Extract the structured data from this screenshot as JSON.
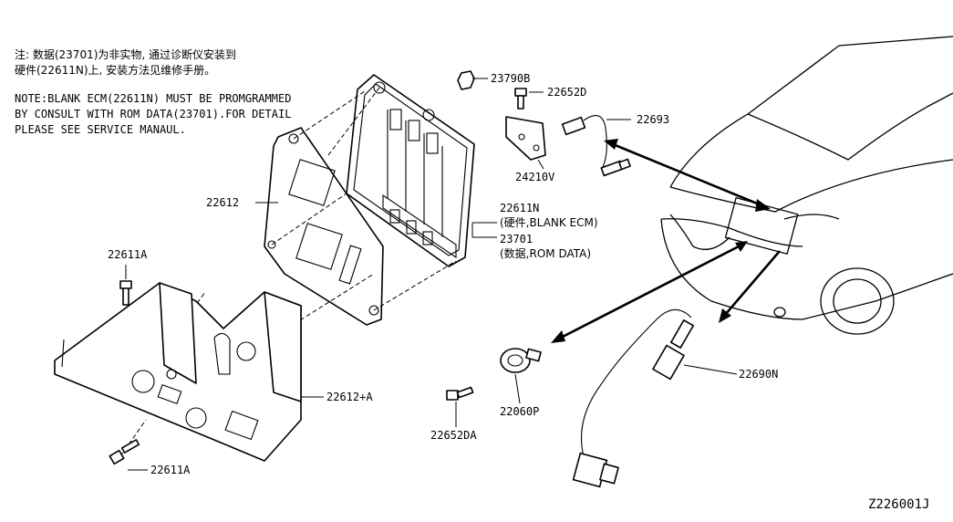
{
  "note": {
    "cn_line1": "注: 数据(23701)为非实物, 通过诊断仪安装到",
    "cn_line2": "硬件(22611N)上, 安装方法见维修手册。",
    "en_line1": "NOTE:BLANK ECM(22611N) MUST BE PROMGRAMMED",
    "en_line2": "BY CONSULT WITH ROM DATA(23701).FOR DETAIL",
    "en_line3": "PLEASE SEE SERVICE MANAUL."
  },
  "parts": {
    "p23790b": "23790B",
    "p22652d": "22652D",
    "p22693": "22693",
    "p24210v": "24210V",
    "p22612": "22612",
    "p22611n": "22611N",
    "p22611n_desc": "(硬件,BLANK ECM)",
    "p23701": "23701",
    "p23701_desc": "(数据,ROM DATA)",
    "p22611a_top": "22611A",
    "p22612a": "22612+A",
    "p22611a_bottom": "22611A",
    "p22690n": "22690N",
    "p22652da": "22652DA",
    "p22060p": "22060P"
  },
  "footer": {
    "diagram_id": "Z226001J"
  },
  "icons": [
    "ecm-module-icon",
    "bracket-icon",
    "tray-icon",
    "bolt-icon",
    "nut-icon",
    "oxygen-sensor-icon",
    "knock-sensor-icon",
    "vehicle-icon"
  ]
}
